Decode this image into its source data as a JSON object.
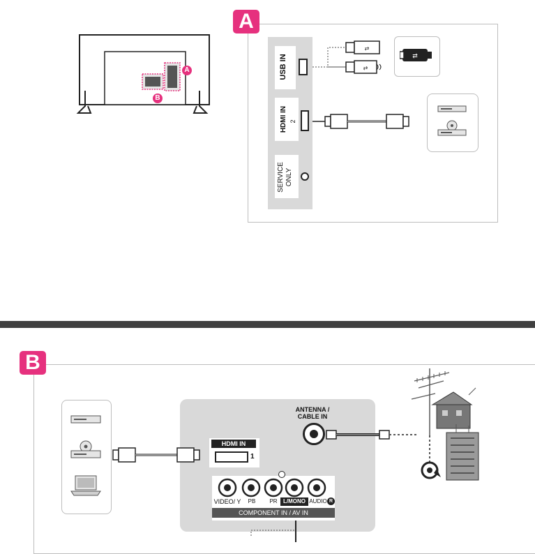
{
  "section_a": {
    "badge": "A",
    "usb_label": "USB IN",
    "hdmi_label": "HDMI IN",
    "hdmi_port": "2",
    "service_label_line1": "SERVICE",
    "service_label_line2": "ONLY"
  },
  "tv_back": {
    "marker_a": "A",
    "marker_b": "B"
  },
  "section_b": {
    "badge": "B",
    "antenna_label_line1": "ANTENNA /",
    "antenna_label_line2": "CABLE IN",
    "hdmi_label": "HDMI IN",
    "hdmi_port": "1",
    "jack_labels": [
      "VIDEO/ Y",
      "PB",
      "PR",
      "L/MONO",
      "AUDIO"
    ],
    "audio_right_mark": "R",
    "component_label": "COMPONENT IN / AV IN"
  },
  "colors": {
    "accent_pink": "#e6317e",
    "panel_gray": "#d9d9d9",
    "divider_dark": "#404040"
  },
  "icons": [
    "tv-back-icon",
    "usb-stick-icon",
    "usb-cable-icon",
    "hdmi-cable-icon",
    "dvd-player-icon",
    "disc-player-icon",
    "laptop-icon",
    "antenna-icon",
    "house-icon",
    "building-icon",
    "satellite-dish-icon"
  ]
}
